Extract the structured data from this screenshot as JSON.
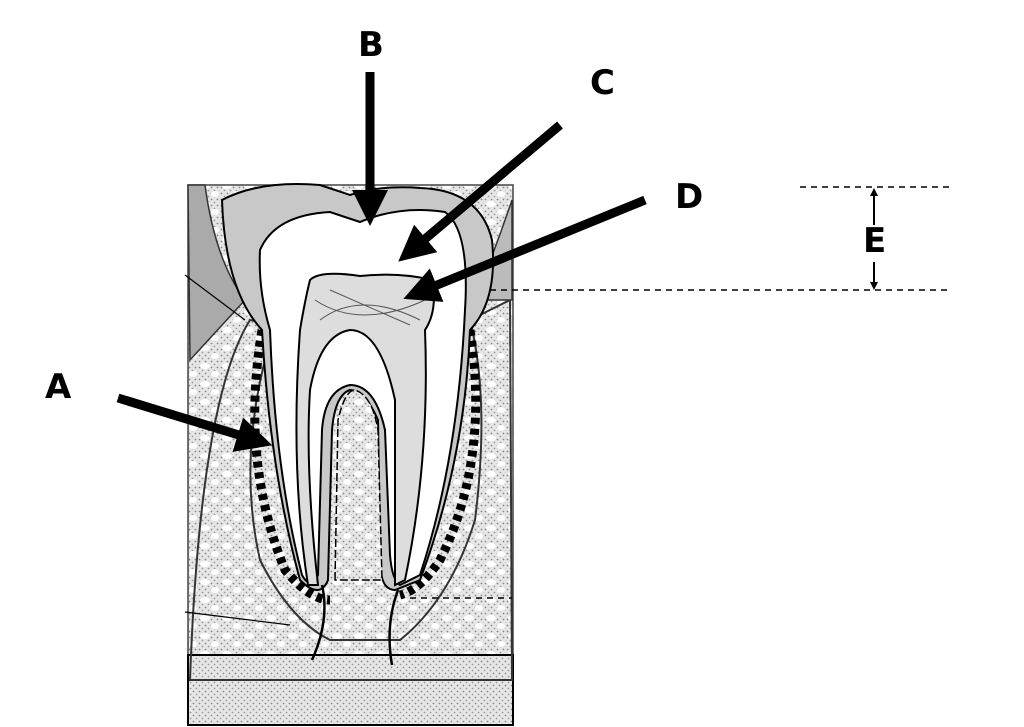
{
  "diagram": {
    "labels": {
      "a": "A",
      "b": "B",
      "c": "C",
      "d": "D",
      "e": "E"
    },
    "colors": {
      "line": "#000000",
      "stipple": "#bdbdbd",
      "enamel": "#c8c8c8",
      "background": "#ffffff"
    }
  }
}
